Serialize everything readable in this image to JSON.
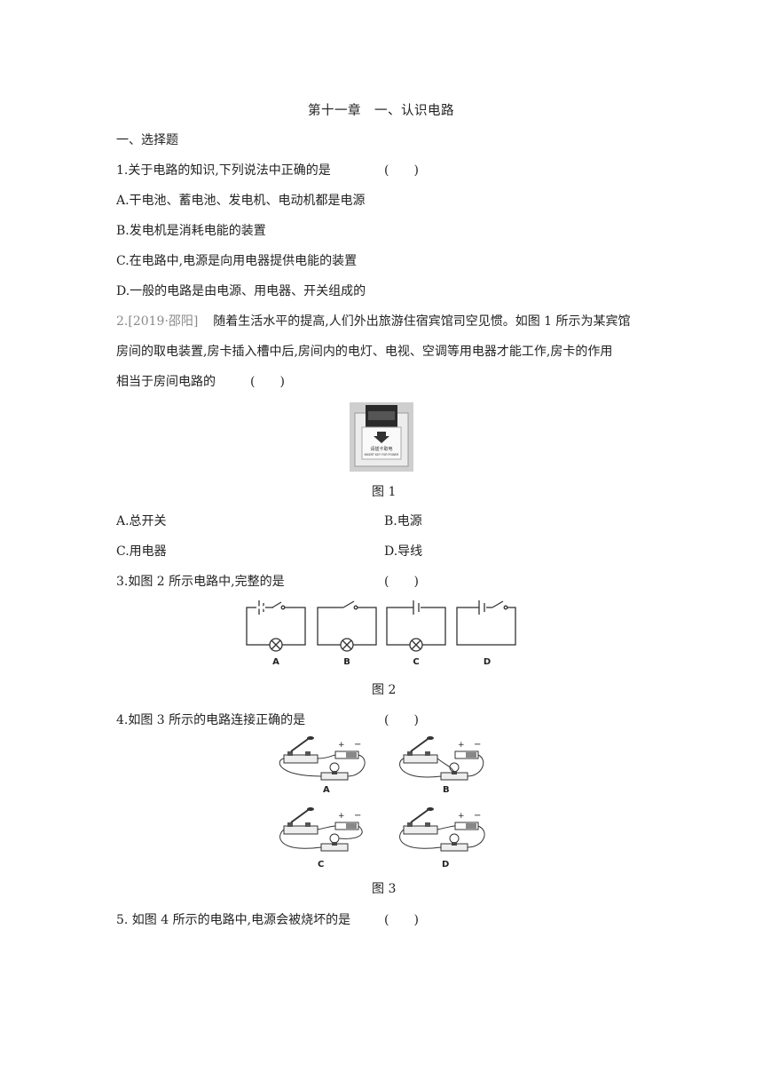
{
  "chapter_title": "第十一章　一、认识电路",
  "section_title": "一、选择题",
  "q1": {
    "stem": "1.关于电路的知识,下列说法中正确的是",
    "blank": "(　　)",
    "options": [
      "A.干电池、蓄电池、发电机、电动机都是电源",
      "B.发电机是消耗电能的装置",
      "C.在电路中,电源是向用电器提供电能的装置",
      "D.一般的电路是由电源、用电器、开关组成的"
    ]
  },
  "q2": {
    "source": "2.[2019·邵阳]",
    "line1": "随着生活水平的提高,人们外出旅游住宿宾馆司空见惯。如图 1 所示为某宾馆",
    "line2": "房间的取电装置,房卡插入槽中后,房间内的电灯、电视、空调等用电器才能工作,房卡的作用",
    "line3": "相当于房间电路的",
    "blank": "(　　)",
    "card_text1": "请插卡取电",
    "card_text2": "INSERT KEY FOR POWER",
    "figure_caption": "图 1",
    "options": [
      "A.总开关",
      "B.电源",
      "C.用电器",
      "D.导线"
    ]
  },
  "q3": {
    "stem": "3.如图 2 所示电路中,完整的是",
    "blank": "(　　)",
    "labels": [
      "A",
      "B",
      "C",
      "D"
    ],
    "figure_caption": "图 2"
  },
  "q4": {
    "stem": "4.如图 3 所示的电路连接正确的是",
    "blank": "(　　)",
    "labels": [
      "A",
      "B",
      "C",
      "D"
    ],
    "plus": "+",
    "minus": "−",
    "figure_caption": "图 3"
  },
  "q5": {
    "stem": "5.  如图 4 所示的电路中,电源会被烧坏的是",
    "blank": "(　　)"
  }
}
